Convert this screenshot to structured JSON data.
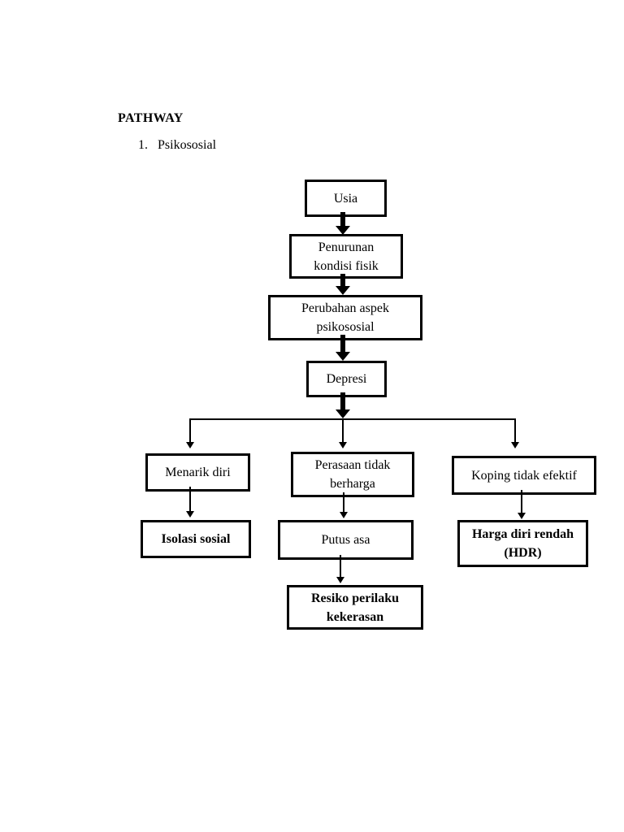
{
  "document": {
    "title": "PATHWAY",
    "list_item": {
      "number": "1.",
      "label": "Psikososial"
    }
  },
  "flowchart": {
    "nodes": {
      "usia": "Usia",
      "penurunan_kondisi_fisik": "Penurunan\nkondisi fisik",
      "perubahan_aspek_psikososial": "Perubahan aspek\npsikososial",
      "depresi": "Depresi",
      "menarik_diri": "Menarik diri",
      "perasaan_tidak_berharga": "Perasaan tidak\nberharga",
      "koping_tidak_efektif": "Koping tidak efektif",
      "isolasi_sosial": "Isolasi sosial",
      "putus_asa": "Putus asa",
      "harga_diri_rendah": "Harga diri rendah\n(HDR)",
      "resiko_perilaku_kekerasan": "Resiko perilaku\nkekerasan"
    },
    "edges": [
      {
        "from": "Usia",
        "to": "Penurunan kondisi fisik",
        "style": "thick"
      },
      {
        "from": "Penurunan kondisi fisik",
        "to": "Perubahan aspek psikososial",
        "style": "thick"
      },
      {
        "from": "Perubahan aspek psikososial",
        "to": "Depresi",
        "style": "thick"
      },
      {
        "from": "Depresi",
        "to": "Menarik diri",
        "style": "thin-branch"
      },
      {
        "from": "Depresi",
        "to": "Perasaan tidak berharga",
        "style": "thin-branch"
      },
      {
        "from": "Depresi",
        "to": "Koping tidak efektif",
        "style": "thin-branch"
      },
      {
        "from": "Menarik diri",
        "to": "Isolasi sosial",
        "style": "thin"
      },
      {
        "from": "Perasaan tidak berharga",
        "to": "Putus asa",
        "style": "thin"
      },
      {
        "from": "Koping tidak efektif",
        "to": "Harga diri rendah (HDR)",
        "style": "thin"
      },
      {
        "from": "Putus asa",
        "to": "Resiko perilaku kekerasan",
        "style": "thin"
      }
    ],
    "colors": {
      "line": "#000000",
      "text": "#000000",
      "background": "#ffffff"
    }
  }
}
